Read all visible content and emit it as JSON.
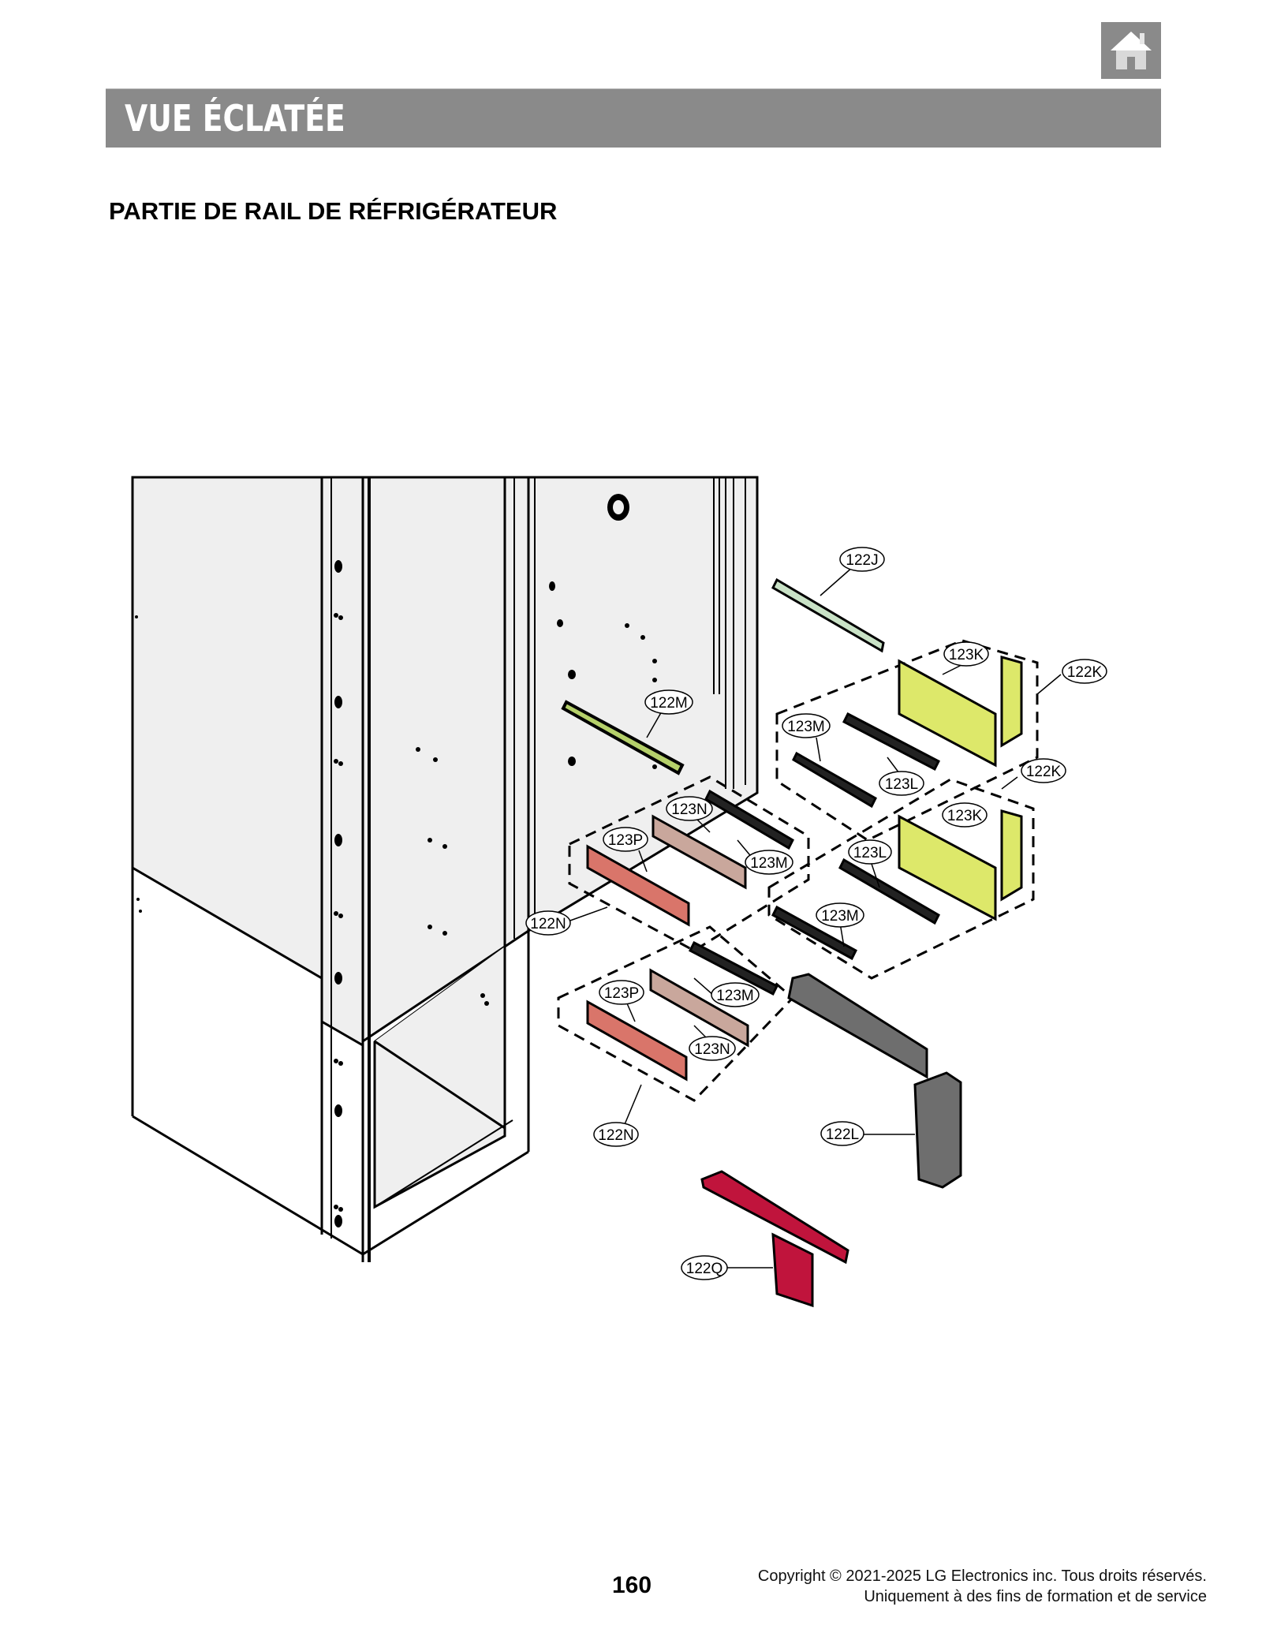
{
  "header": {
    "home_icon": "home-icon",
    "title": "VUE ÉCLATÉE"
  },
  "section": {
    "subtitle": "PARTIE DE RAIL DE RÉFRIGÉRATEUR"
  },
  "diagram": {
    "callouts": [
      {
        "id": "c1",
        "label": "122J"
      },
      {
        "id": "c2",
        "label": "123K"
      },
      {
        "id": "c3",
        "label": "122K"
      },
      {
        "id": "c4",
        "label": "122M"
      },
      {
        "id": "c5",
        "label": "123M"
      },
      {
        "id": "c6",
        "label": "123L"
      },
      {
        "id": "c7",
        "label": "122K"
      },
      {
        "id": "c8",
        "label": "123N"
      },
      {
        "id": "c9",
        "label": "123K"
      },
      {
        "id": "c10",
        "label": "123P"
      },
      {
        "id": "c11",
        "label": "123L"
      },
      {
        "id": "c12",
        "label": "123M"
      },
      {
        "id": "c13",
        "label": "122N"
      },
      {
        "id": "c14",
        "label": "123M"
      },
      {
        "id": "c15",
        "label": "123P"
      },
      {
        "id": "c16",
        "label": "123M"
      },
      {
        "id": "c17",
        "label": "123N"
      },
      {
        "id": "c18",
        "label": "122N"
      },
      {
        "id": "c19",
        "label": "122L"
      },
      {
        "id": "c20",
        "label": "122Q"
      }
    ],
    "colors": {
      "cabinet_fill": "#efefef",
      "yellow_part": "#dde86a",
      "salmon_part": "#d9756a",
      "pink_part": "#c9a79c",
      "gray_part": "#6e6e6e",
      "red_part": "#c0143c",
      "green_rail": "#c9e2c6"
    }
  },
  "footer": {
    "page_number": "160",
    "copyright_line1": "Copyright © 2021-2025 LG Electronics inc. Tous droits réservés.",
    "copyright_line2": "Uniquement à des fins de formation et de service"
  }
}
